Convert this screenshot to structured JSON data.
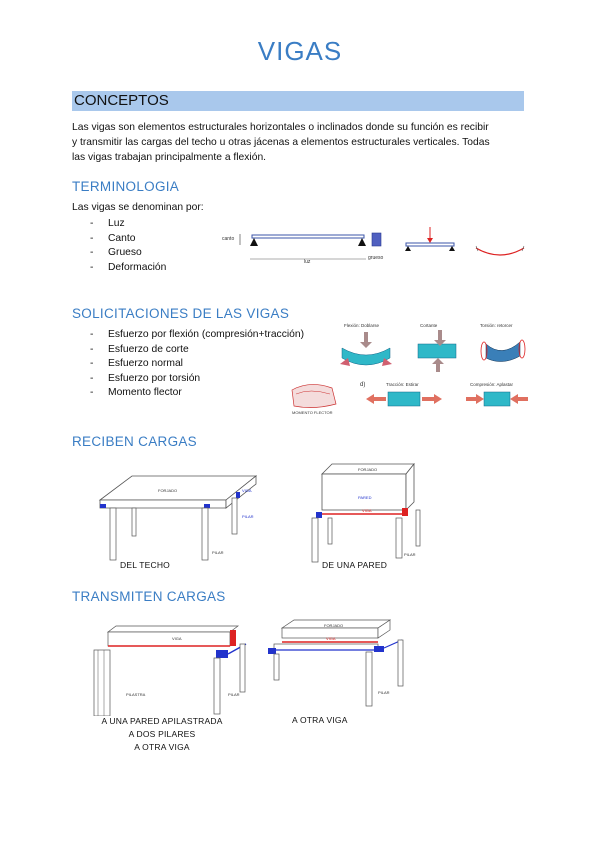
{
  "title": "VIGAS",
  "conceptos": {
    "heading": "CONCEPTOS",
    "paragraph_lines": [
      "Las vigas son elementos estructurales horizontales o inclinados donde su función es recibir",
      "y transmitir las cargas del techo u otras jácenas a elementos estructurales verticales. Todas",
      "las vigas trabajan principalmente a flexión."
    ]
  },
  "terminologia": {
    "heading": "TERMINOLOGIA",
    "intro": "Las vigas se denominan por:",
    "items": [
      "Luz",
      "Canto",
      "Grueso",
      "Deformación"
    ],
    "diagram_labels": {
      "canto": "canto",
      "luz": "luz",
      "grueso": "grueso"
    }
  },
  "solicitaciones": {
    "heading": "SOLICITACIONES DE LAS VIGAS",
    "items": [
      "Esfuerzo por flexión (compresión+tracción)",
      "Esfuerzo de corte",
      "Esfuerzo normal",
      "Esfuerzo por torsión",
      "Momento flector"
    ],
    "diagram_labels": {
      "flexion": "Flexión: Doblarse",
      "corte": "Cortante",
      "torsion": "Torsión: retorcer",
      "traccion": "Tracción: Estirar",
      "compresion": "Compresión: Aplastar",
      "momento": "MOMENTO FLECTOR",
      "letter": "d)"
    }
  },
  "reciben": {
    "heading": "RECIBEN CARGAS",
    "captions": [
      "DEL TECHO",
      "DE UNA PARED"
    ],
    "labels": {
      "forjado": "FORJADO",
      "viga": "VIGA",
      "pilar": "PILAR",
      "pared": "PARED"
    }
  },
  "transmiten": {
    "heading": "TRANSMITEN CARGAS",
    "captions_left": [
      "A UNA PARED APILASTRADA",
      "A DOS PILARES",
      "A OTRA VIGA"
    ],
    "caption_right": "A OTRA VIGA",
    "labels": {
      "viga": "VIGA",
      "pilastra": "PILASTRA",
      "pilar": "PILAR",
      "forjado": "FORJADO"
    }
  }
}
